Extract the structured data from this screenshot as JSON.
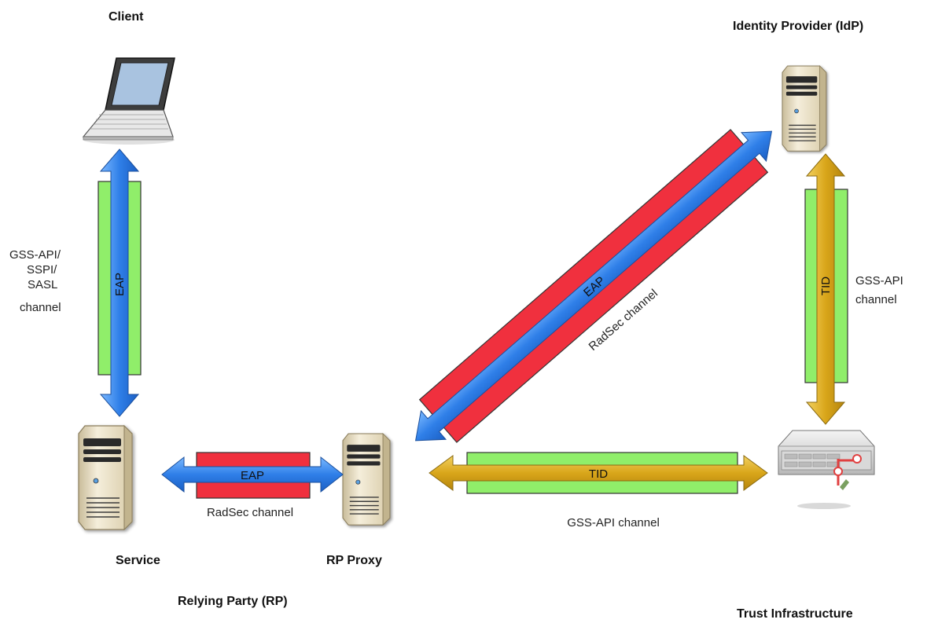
{
  "colors": {
    "channel_green": "#90ee6a",
    "radsec_red": "#f0303e",
    "eap_blue": "#2f7fe8",
    "tid_gold": "#d9a61a",
    "server_body": "#ede3c8",
    "server_dark": "#2a2a2a"
  },
  "titles": {
    "client": "Client",
    "idp": "Identity Provider (IdP)",
    "service": "Service",
    "rp_proxy": "RP Proxy",
    "relying_party": "Relying Party (RP)",
    "trust_infrastructure": "Trust Infrastructure"
  },
  "client_channel": {
    "label_lines": [
      "GSS-API/",
      "SSPI/",
      "SASL",
      "channel"
    ],
    "arrow_label": "EAP"
  },
  "service_proxy_link": {
    "arrow_label": "EAP",
    "channel_label": "RadSec channel"
  },
  "proxy_idp_link": {
    "arrow_label": "EAP",
    "channel_label": "RadSec channel"
  },
  "proxy_trust_link": {
    "arrow_label": "TID",
    "channel_label": "GSS-API channel"
  },
  "idp_trust_link": {
    "arrow_label": "TID",
    "channel_label_lines": [
      "GSS-API",
      "channel"
    ]
  },
  "icons": {
    "client": "laptop-icon",
    "service": "server-icon",
    "rp_proxy": "server-icon",
    "idp": "server-icon",
    "trust": "rack-server-icon"
  }
}
